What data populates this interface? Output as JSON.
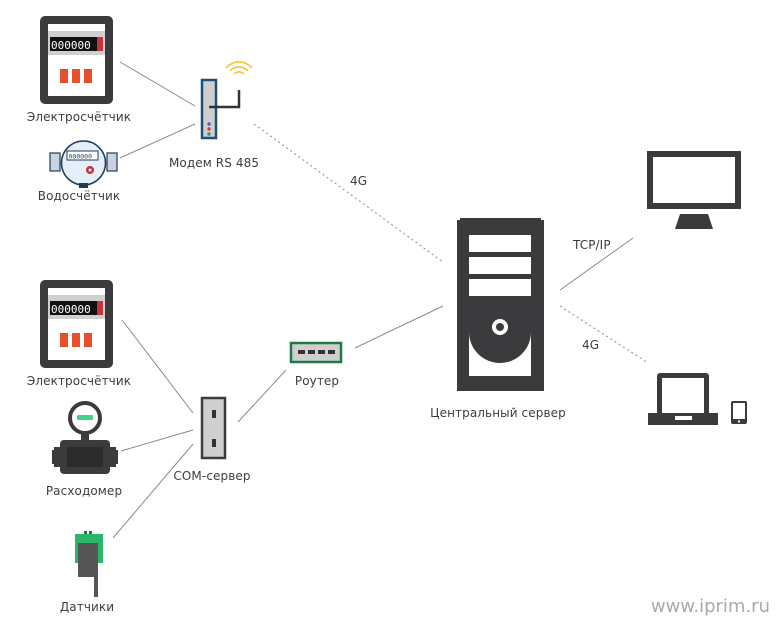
{
  "diagram": {
    "nodes": {
      "electric_meter_1": {
        "label": "Электросчётчик",
        "display": "000000"
      },
      "water_meter": {
        "label": "Водосчётчик",
        "display": "000000"
      },
      "modem": {
        "label": "Модем RS 485"
      },
      "electric_meter_2": {
        "label": "Электросчётчик",
        "display": "000000"
      },
      "flowmeter": {
        "label": "Расходомер"
      },
      "sensors": {
        "label": "Датчики"
      },
      "com_server": {
        "label": "COM-сервер"
      },
      "router": {
        "label": "Роутер"
      },
      "central_server": {
        "label": "Центральный сервер"
      },
      "monitor": {
        "label": ""
      },
      "laptop": {
        "label": ""
      },
      "tablet": {
        "label": ""
      }
    },
    "links": [
      {
        "from": "electric_meter_1",
        "to": "modem",
        "style": "solid",
        "label": ""
      },
      {
        "from": "water_meter",
        "to": "modem",
        "style": "solid",
        "label": ""
      },
      {
        "from": "modem",
        "to": "central_server",
        "style": "dotted",
        "label": "4G"
      },
      {
        "from": "electric_meter_2",
        "to": "com_server",
        "style": "solid",
        "label": ""
      },
      {
        "from": "flowmeter",
        "to": "com_server",
        "style": "solid",
        "label": ""
      },
      {
        "from": "sensors",
        "to": "com_server",
        "style": "solid",
        "label": ""
      },
      {
        "from": "com_server",
        "to": "router",
        "style": "solid",
        "label": ""
      },
      {
        "from": "router",
        "to": "central_server",
        "style": "solid",
        "label": ""
      },
      {
        "from": "central_server",
        "to": "monitor",
        "style": "solid",
        "label": "TCP/IP"
      },
      {
        "from": "central_server",
        "to": "laptop",
        "style": "dotted",
        "label": "4G"
      }
    ],
    "link_labels": {
      "modem_4g": "4G",
      "tcpip": "TCP/IP",
      "clients_4g": "4G"
    },
    "colors": {
      "dark": "#3b3b3d",
      "meter_red": "#e8502c",
      "digit_red": "#c8323a",
      "modem_blue": "#1f4e79",
      "green": "#2ab66a",
      "router_green": "#1e7a45",
      "wifi_yellow": "#f2c335",
      "line": "#8a8a8a"
    }
  },
  "watermark": "www.iprim.ru"
}
